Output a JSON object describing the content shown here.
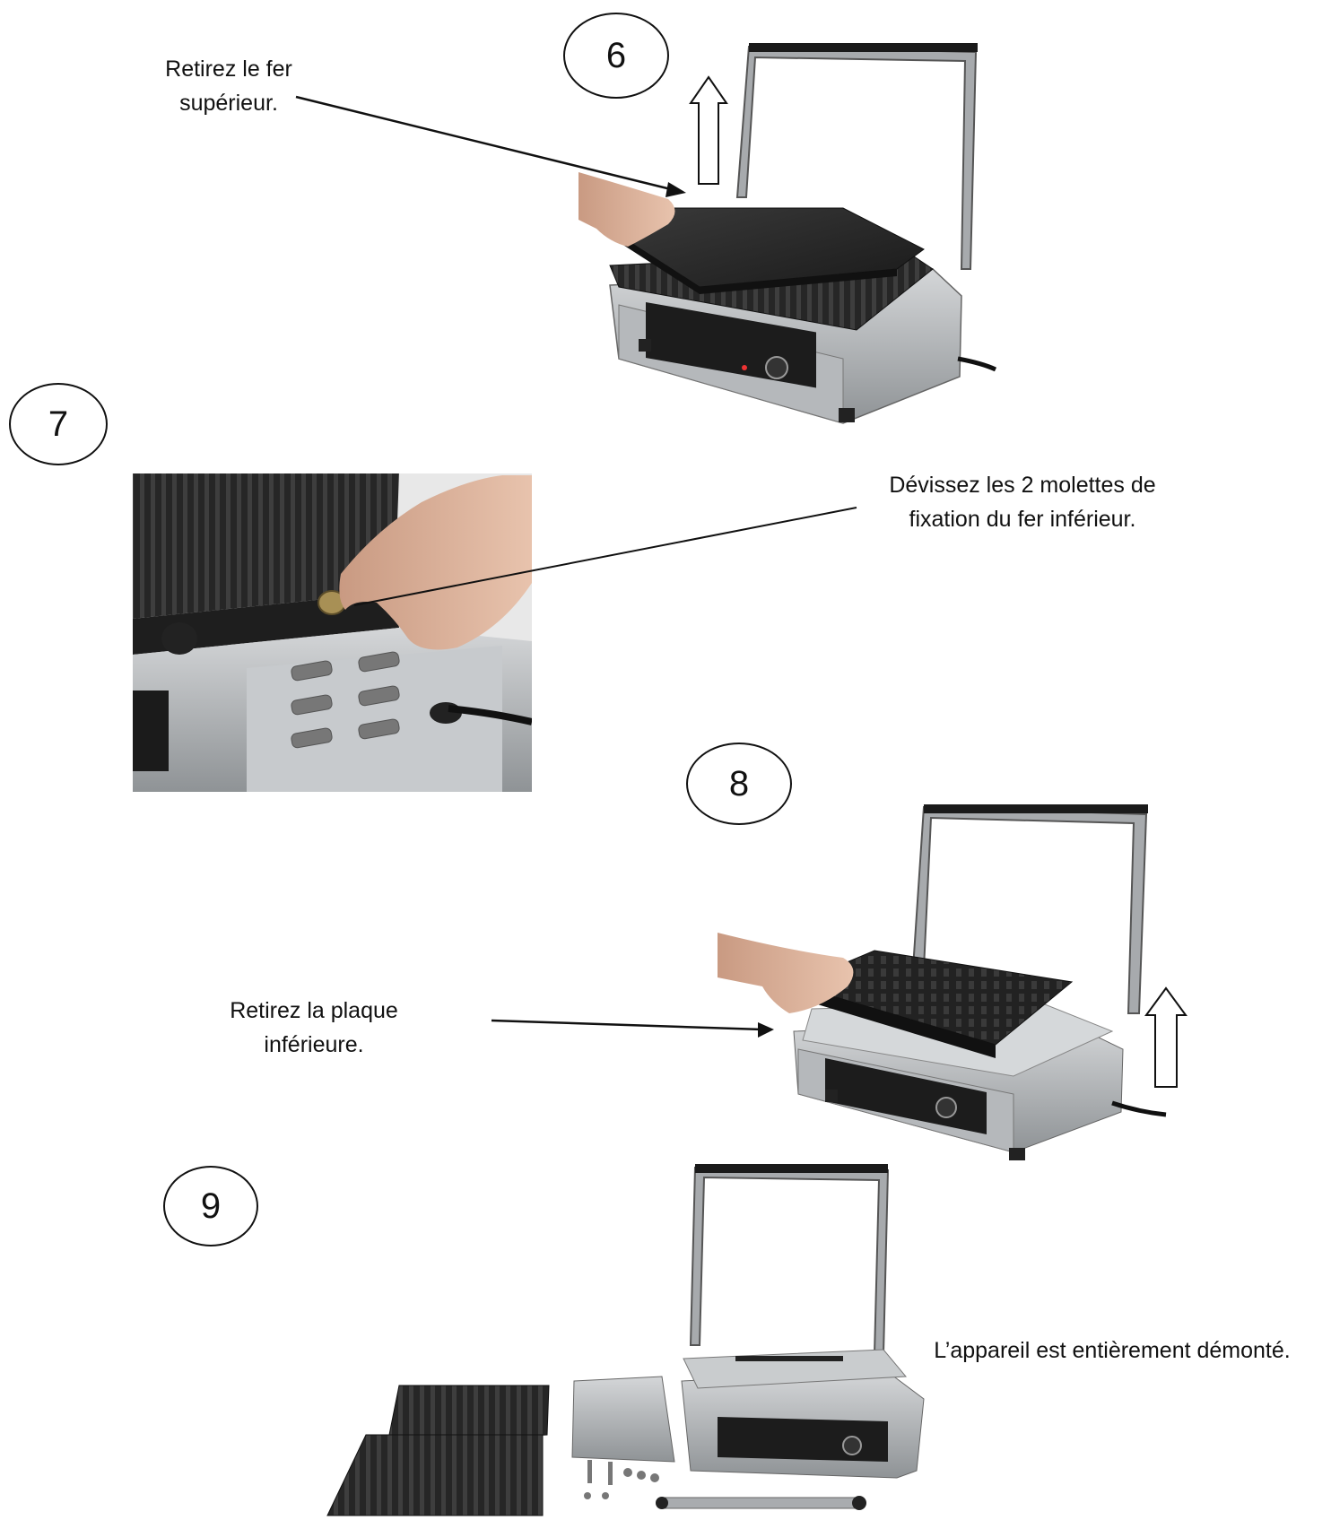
{
  "steps": [
    {
      "number": "6",
      "caption_lines": [
        "Retirez le fer",
        "supérieur."
      ]
    },
    {
      "number": "7",
      "caption_lines": [
        "Dévissez les 2 molettes de",
        "fixation du fer inférieur."
      ]
    },
    {
      "number": "8",
      "caption_lines": [
        "Retirez la plaque",
        "inférieure."
      ]
    },
    {
      "number": "9",
      "caption_lines": [
        "L’appareil est entièrement démonté."
      ]
    }
  ],
  "colors": {
    "plate": "#2a2a2a",
    "steel": "#b9bcbf",
    "outline": "#111111"
  },
  "icons": [
    "up-arrow-icon",
    "pointer-arrow-icon"
  ]
}
